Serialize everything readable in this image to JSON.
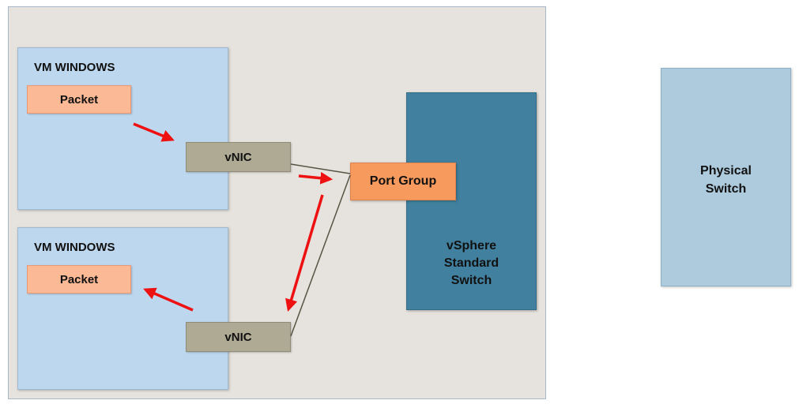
{
  "vm1": {
    "title": "VM WINDOWS",
    "packet": "Packet",
    "vnic": "vNIC"
  },
  "vm2": {
    "title": "VM WINDOWS",
    "packet": "Packet",
    "vnic": "vNIC"
  },
  "port_group": "Port Group",
  "vswitch": "vSphere\nStandard\nSwitch",
  "physical_switch": "Physical\nSwitch",
  "colors": {
    "host_bg": "#e6e3de",
    "vm_bg": "#bdd7ee",
    "packet_bg": "#fbb996",
    "vnic_bg": "#aeaa94",
    "port_group_bg": "#f79a5d",
    "vswitch_bg": "#41809f",
    "physical_switch_bg": "#adcbdd",
    "arrow": "#ee1111",
    "connector": "#555544"
  }
}
